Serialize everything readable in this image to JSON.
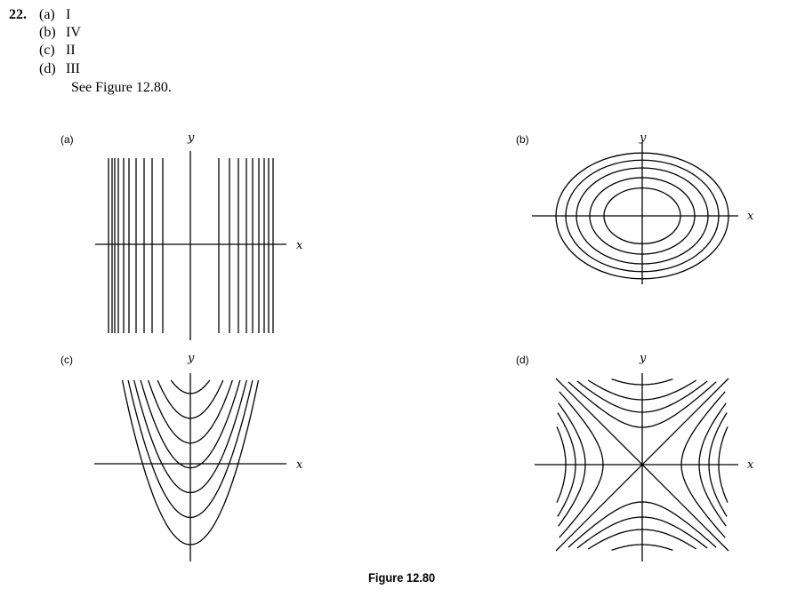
{
  "problem": {
    "number": "22.",
    "answers": [
      {
        "label": "(a)",
        "value": "I"
      },
      {
        "label": "(b)",
        "value": "IV"
      },
      {
        "label": "(c)",
        "value": "II"
      },
      {
        "label": "(d)",
        "value": "III"
      }
    ],
    "see_text": "See Figure 12.80."
  },
  "figure": {
    "caption": "Figure 12.80",
    "panels": [
      {
        "id": "a",
        "label": "(a)",
        "xlabel": "x",
        "ylabel": "y",
        "type": "vertical-lines",
        "levels": [
          -0.92,
          -0.88,
          -0.85,
          -0.81,
          -0.75,
          -0.69,
          -0.61,
          -0.52,
          -0.43,
          -0.31,
          0.32,
          0.44,
          0.54,
          0.63,
          0.7,
          0.77,
          0.83,
          0.88,
          0.93
        ]
      },
      {
        "id": "b",
        "label": "(b)",
        "xlabel": "x",
        "ylabel": "y",
        "type": "ellipses",
        "levels": [
          0.43,
          0.59,
          0.74,
          0.86,
          0.97
        ],
        "aspect": 0.73
      },
      {
        "id": "c",
        "label": "(c)",
        "xlabel": "x",
        "ylabel": "y",
        "type": "parabolas",
        "levels": [
          0.85,
          0.55,
          0.25,
          -0.05,
          -0.35,
          -0.65,
          -0.98
        ]
      },
      {
        "id": "d",
        "label": "(d)",
        "xlabel": "x",
        "ylabel": "y",
        "type": "hyperbolas",
        "levels_y": [
          0.9,
          0.73,
          0.59,
          0.42
        ],
        "levels_x": [
          0.86,
          0.75,
          0.64,
          0.44
        ]
      }
    ]
  }
}
